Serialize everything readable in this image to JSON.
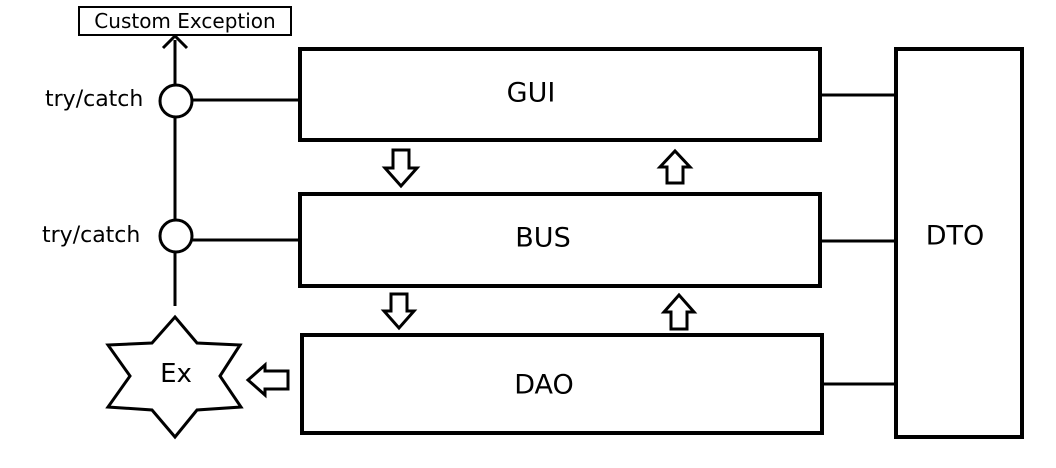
{
  "layers": {
    "gui": "GUI",
    "bus": "BUS",
    "dao": "DAO"
  },
  "dto": "DTO",
  "exception": {
    "source": "Ex",
    "custom": "Custom Exception"
  },
  "handlers": [
    "try/catch",
    "try/catch"
  ]
}
